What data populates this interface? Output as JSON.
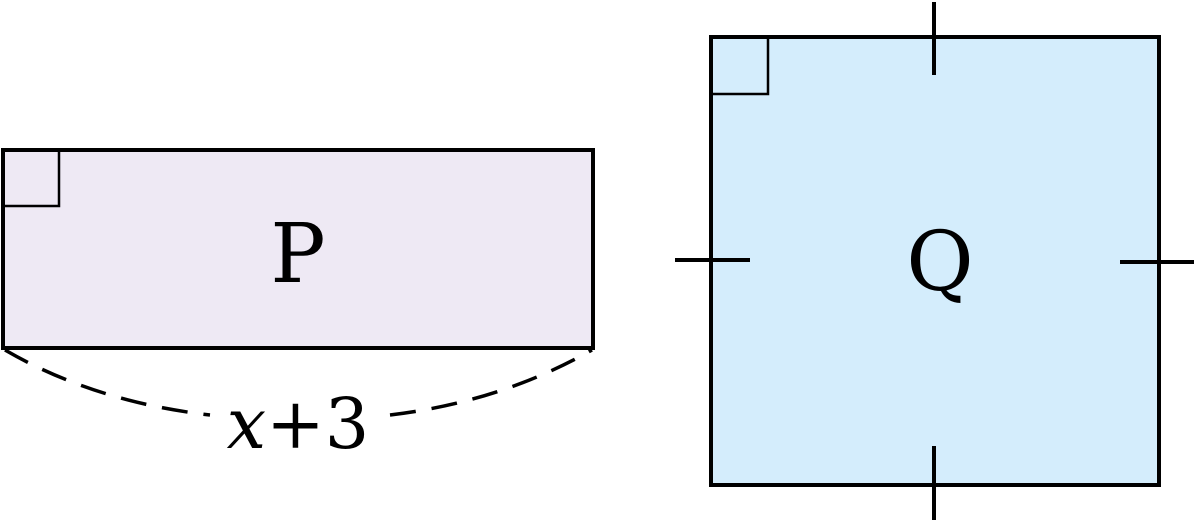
{
  "shapes": {
    "p": {
      "label": "P",
      "fill": "#eee9f4",
      "kind": "rectangle",
      "right_angle_marker": true,
      "bottom_side_label": {
        "variable": "x",
        "operator": "+",
        "constant": "3"
      }
    },
    "q": {
      "label": "Q",
      "fill": "#d4edfc",
      "kind": "square",
      "right_angle_marker": true,
      "equal_side_tick_marks": 4
    }
  },
  "style": {
    "stroke": "#000000"
  }
}
